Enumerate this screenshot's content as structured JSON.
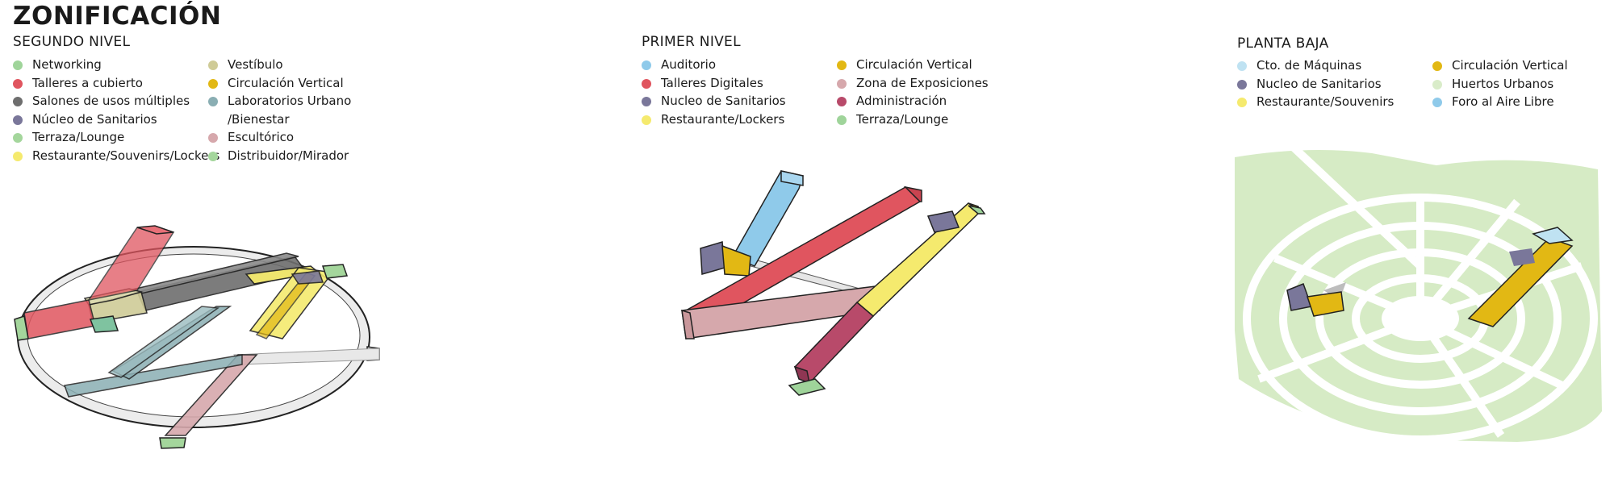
{
  "title": "ZONIFICACIÓN",
  "sections": [
    {
      "title": "SEGUNDO NIVEL",
      "legend_col1": [
        {
          "label": "Networking",
          "color": "#9fd49a"
        },
        {
          "label": "Talleres a cubierto",
          "color": "#e0555f"
        },
        {
          "label": "Salones de usos múltiples",
          "color": "#6e6e6e"
        },
        {
          "label": "Núcleo de Sanitarios",
          "color": "#7a779a"
        },
        {
          "label": "Terraza/Lounge",
          "color": "#a4d69c"
        },
        {
          "label": "Restaurante/Souvenirs/Lockers",
          "color": "#f5ea6e"
        }
      ],
      "legend_col2": [
        {
          "label": "Vestíbulo",
          "color": "#cfcb97"
        },
        {
          "label": "Circulación Vertical",
          "color": "#e2b814"
        },
        {
          "label": "Laboratorios Urbano /Bienestar",
          "color": "#8aaeb3"
        },
        {
          "label": "Escultórico",
          "color": "#d6a8ac"
        },
        {
          "label": "Distribuidor/Mirador",
          "color": "#a4d69c"
        }
      ]
    },
    {
      "title": "PRIMER NIVEL",
      "legend_col1": [
        {
          "label": "Auditorio",
          "color": "#8fcaea"
        },
        {
          "label": "Talleres Digitales",
          "color": "#e0555f"
        },
        {
          "label": "Nucleo de Sanitarios",
          "color": "#7a779a"
        },
        {
          "label": "Restaurante/Lockers",
          "color": "#f5ea6e"
        }
      ],
      "legend_col2": [
        {
          "label": "Circulación Vertical",
          "color": "#e2b814"
        },
        {
          "label": "Zona de Exposiciones",
          "color": "#d6a8ac"
        },
        {
          "label": "Administración",
          "color": "#b84a6a"
        },
        {
          "label": "Terraza/Lounge",
          "color": "#9fd49a"
        }
      ]
    },
    {
      "title": "PLANTA BAJA",
      "legend_col1": [
        {
          "label": "Cto. de Máquinas",
          "color": "#bfe2f2"
        },
        {
          "label": "Nucleo de Sanitarios",
          "color": "#7a779a"
        },
        {
          "label": "Restaurante/Souvenirs",
          "color": "#f5ea6e"
        }
      ],
      "legend_col2": [
        {
          "label": "Circulación Vertical",
          "color": "#e2b814"
        },
        {
          "label": "Huertos Urbanos",
          "color": "#d9ecc9"
        },
        {
          "label": "Foro al Aire Libre",
          "color": "#8fcaea"
        }
      ]
    }
  ]
}
